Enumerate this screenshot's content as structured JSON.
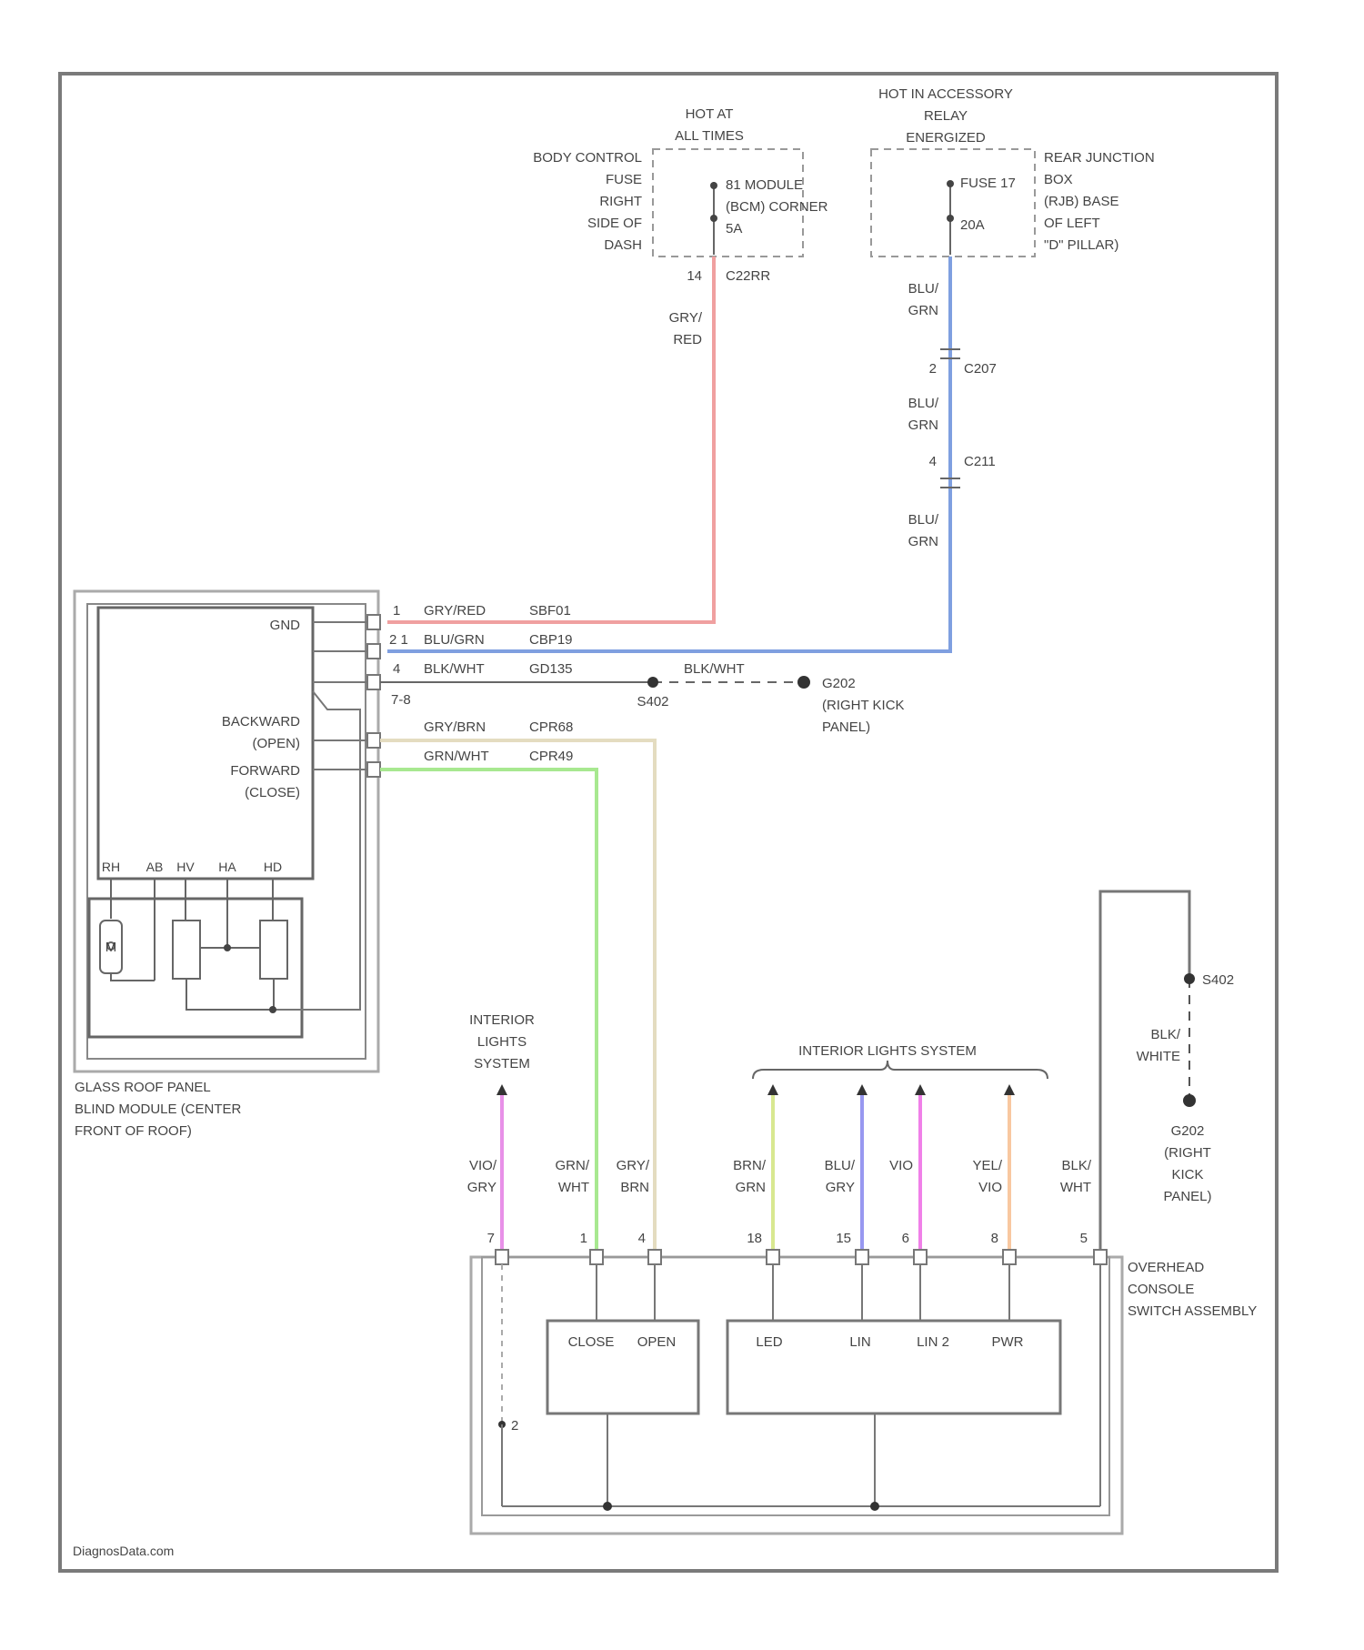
{
  "sources": {
    "body_fuse": {
      "heading": [
        "HOT AT",
        "ALL TIMES"
      ],
      "location": [
        "BODY CONTROL",
        "FUSE",
        "RIGHT",
        "SIDE OF",
        "DASH"
      ],
      "fuse": [
        "81 MODULE",
        "(BCM) CORNER",
        "5A"
      ],
      "pin": "14",
      "connector": "C22RR"
    },
    "rear_junction": {
      "heading": [
        "HOT IN ACCESSORY",
        "RELAY",
        "ENERGIZED"
      ],
      "location": [
        "REAR JUNCTION",
        "BOX",
        "(RJB) BASE",
        "OF LEFT",
        "\"D\" PILLAR)"
      ],
      "fuse": [
        "FUSE 17",
        "20A"
      ]
    }
  },
  "wires": {
    "gry_red": [
      "GRY/",
      "RED"
    ],
    "blu_grn_1": [
      "BLU/",
      "GRN"
    ],
    "blu_grn_2": [
      "BLU/",
      "GRN"
    ],
    "blu_grn_3": [
      "BLU/",
      "GRN"
    ],
    "c207": {
      "pin": "2",
      "name": "C207"
    },
    "c211": {
      "pin": "4",
      "name": "C211"
    }
  },
  "module": {
    "pin_rows": [
      {
        "pin": "1",
        "color": "GRY/RED",
        "circuit": "SBF01"
      },
      {
        "pin": "2 1",
        "color": "BLU/GRN",
        "circuit": "CBP19"
      },
      {
        "pin": "4",
        "color": "BLK/WHT",
        "circuit": "GD135"
      },
      {
        "pin": "7-8",
        "color": "",
        "circuit": ""
      },
      {
        "pin": "",
        "color": "GRY/BRN",
        "circuit": "CPR68"
      },
      {
        "pin": "",
        "color": "GRN/WHT",
        "circuit": "CPR49"
      }
    ],
    "gnd_label": "GND",
    "backward": [
      "BACKWARD",
      "(OPEN)"
    ],
    "forward": [
      "FORWARD",
      "(CLOSE)"
    ],
    "motor_pins": [
      "RH",
      "AB",
      "HV",
      "HA",
      "HD"
    ],
    "motor_label": "M",
    "name": [
      "GLASS ROOF PANEL",
      "BLIND MODULE (CENTER",
      "FRONT OF ROOF)"
    ]
  },
  "ground": {
    "wire": "BLK/WHT",
    "splice": "S402",
    "point": "G202",
    "point_location": [
      "(RIGHT KICK",
      "PANEL)"
    ]
  },
  "interior_left": [
    "INTERIOR",
    "LIGHTS",
    "SYSTEM"
  ],
  "interior_right": "INTERIOR LIGHTS SYSTEM",
  "console": {
    "wires": [
      {
        "pin": "7",
        "color": [
          "VIO/",
          "GRY"
        ]
      },
      {
        "pin": "1",
        "color": [
          "GRN/",
          "WHT"
        ]
      },
      {
        "pin": "4",
        "color": [
          "GRY/",
          "BRN"
        ]
      },
      {
        "pin": "18",
        "color": [
          "BRN/",
          "GRN"
        ]
      },
      {
        "pin": "15",
        "color": [
          "BLU/",
          "GRY"
        ]
      },
      {
        "pin": "6",
        "color": [
          "VIO",
          ""
        ]
      },
      {
        "pin": "8",
        "color": [
          "YEL/",
          "VIO"
        ]
      },
      {
        "pin": "5",
        "color": [
          "BLK/",
          "WHT"
        ]
      }
    ],
    "switch_labels": [
      "CLOSE",
      "OPEN"
    ],
    "light_labels": [
      "LED",
      "LIN",
      "LIN 2",
      "PWR"
    ],
    "name": [
      "OVERHEAD",
      "CONSOLE",
      "SWITCH ASSEMBLY"
    ],
    "internal_pin": "2"
  },
  "right_ground": {
    "splice": "S402",
    "wire": [
      "BLK/",
      "WHITE"
    ],
    "point": "G202",
    "point_location": [
      "(RIGHT",
      "KICK",
      "PANEL)"
    ]
  },
  "footer": "DiagnosData.com",
  "colors": {
    "frame": "#7a7a7a",
    "gry_red": "#f0a0a0",
    "blu_grn": "#7f9fe0",
    "grn_wht": "#a8e890",
    "gry_brn": "#e4dcc0",
    "vio_gry": "#e890e8",
    "brn_grn": "#d8e890",
    "blu_gry": "#9898f0",
    "vio": "#f080e8",
    "yel_vio": "#f8c8a0",
    "ground": "#555555"
  }
}
